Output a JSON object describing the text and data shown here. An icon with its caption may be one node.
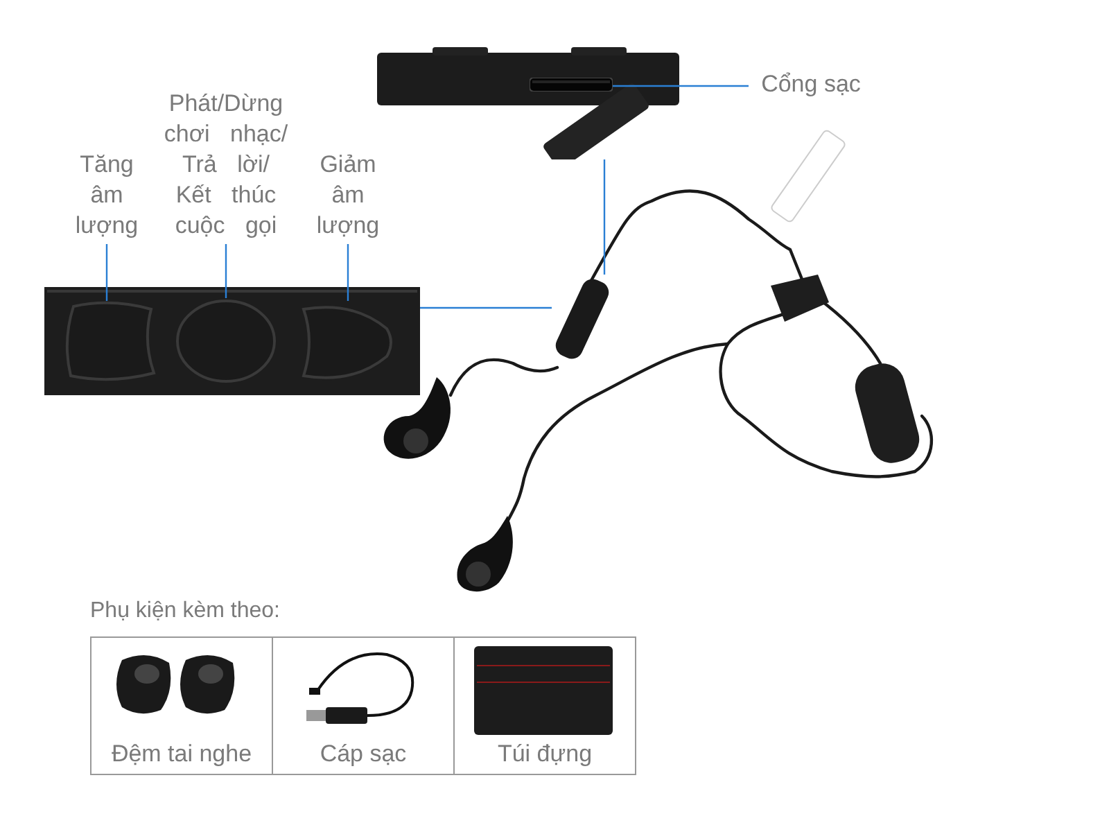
{
  "diagram": {
    "nodes": [
      {
        "text": [
          "Tăng âm lượng"
        ]
      },
      {
        "text": [
          "Phát/Dừng chơi nhạc/ Trả lời/ Kết thúc cuộc gọi"
        ]
      },
      {
        "text": [
          "Giảm âm lượng"
        ]
      },
      {
        "text": [
          "Cổng sạc"
        ]
      },
      {
        "text": [],
        "shape": "picture"
      },
      {
        "text": [],
        "shape": "picture",
        "in": 4
      },
      {
        "text": [],
        "shape": "picture"
      },
      {
        "text": [],
        "shape": "box",
        "in": 6
      },
      {
        "text": [],
        "shape": "box",
        "in": 6
      },
      {
        "text": [],
        "shape": "box",
        "in": 6
      },
      {
        "text": [],
        "shape": "box"
      },
      {
        "text": [
          "Đệm tai nghe"
        ]
      },
      {
        "text": [
          "Cáp sạc"
        ]
      },
      {
        "text": [
          "Túi đựng"
        ]
      }
    ],
    "edges": [
      {
        "from": 0,
        "to": 7,
        "arrow": "none"
      },
      {
        "from": 1,
        "to": 8,
        "arrow": "none"
      },
      {
        "from": 2,
        "to": 9,
        "arrow": "none"
      },
      {
        "from": 3,
        "to": 5,
        "arrow": "none"
      },
      {
        "from": 4,
        "to": 10,
        "arrow": "none"
      },
      {
        "from": 6,
        "to": 10,
        "arrow": "none"
      }
    ],
    "labels": [
      "Phụ kiện kèm theo:"
    ]
  }
}
